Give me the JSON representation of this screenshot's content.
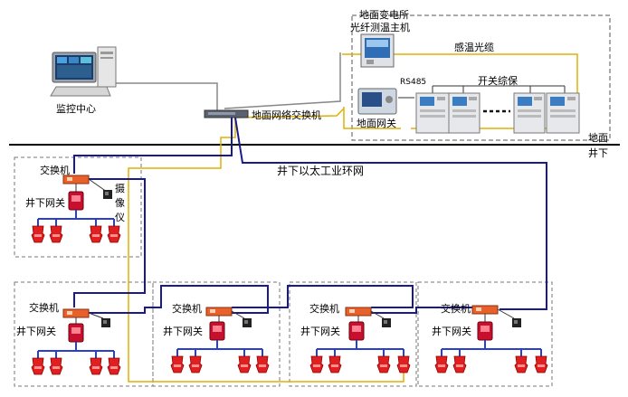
{
  "labels": {
    "monitor_center": "监控中心",
    "ground_switch": "地面网络交换机",
    "substation_line1": "地面变电所",
    "substation_line2": "光纤测温主机",
    "sensing_fiber": "感温光缆",
    "rs485": "RS485",
    "switch_protection": "开关综保",
    "ground_gateway": "地面网关",
    "ground": "地面",
    "underground": "井下",
    "ring_network": "井下以太工业环网",
    "switch": "交换机",
    "underground_gateway": "井下网关",
    "camera_chars": [
      "摄",
      "像",
      "仪"
    ]
  },
  "nodes": {
    "upper": {
      "switch": "交换机",
      "gateway": "井下网关"
    },
    "lower": [
      {
        "switch": "交换机",
        "gateway": "井下网关"
      },
      {
        "switch": "交换机",
        "gateway": "井下网关"
      },
      {
        "switch": "交换机",
        "gateway": "井下网关"
      },
      {
        "switch": "交换机",
        "gateway": "井下网关"
      }
    ]
  },
  "colors": {
    "network_line": "#1a1a8c",
    "fiber_line": "#e0b000",
    "device_orange": "#e8612a",
    "gateway_red": "#c8102e",
    "branch_blue": "#2a3fd0",
    "dashed_border": "#555555"
  }
}
